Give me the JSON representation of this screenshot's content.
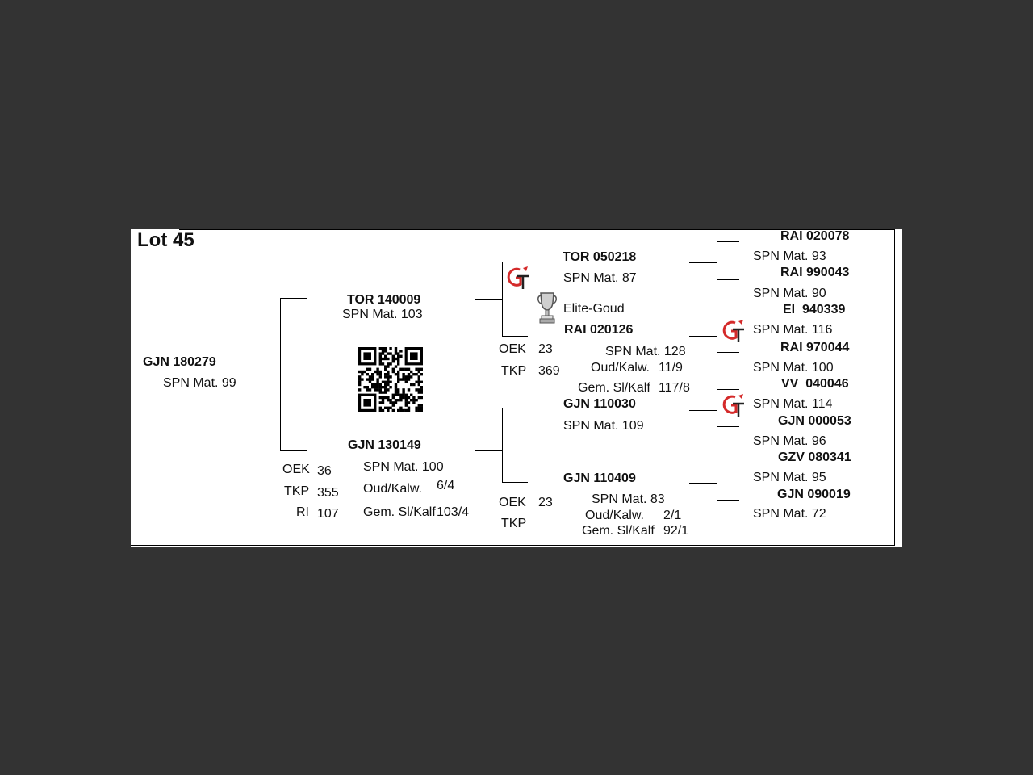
{
  "lot": {
    "title": "Lot 45"
  },
  "animal": {
    "name": "GJN 180279",
    "spn": "SPN Mat. 99"
  },
  "sire": {
    "name": "TOR 140009",
    "spn": "SPN Mat. 103"
  },
  "dam": {
    "name": "GJN 130149",
    "spn": "SPN Mat. 100",
    "oud_label": "Oud/Kalw.",
    "oud_value": "6/4",
    "gem_label": "Gem. Sl/Kalf",
    "gem_value": "103/4",
    "oek_label": "OEK",
    "oek_value": "36",
    "tkp_label": "TKP",
    "tkp_value": "355",
    "ri_label": "RI",
    "ri_value": "107"
  },
  "sire_sire": {
    "name": "TOR 050218",
    "spn": "SPN Mat. 87",
    "award": "Elite-Goud"
  },
  "sire_dam": {
    "name": "RAI 020126",
    "spn": "SPN Mat. 128",
    "oud_label": "Oud/Kalw.",
    "oud_value": "11/9",
    "gem_label": "Gem. Sl/Kalf",
    "gem_value": "117/8",
    "oek_label": "OEK",
    "oek_value": "23",
    "tkp_label": "TKP",
    "tkp_value": "369"
  },
  "dam_sire": {
    "name": "GJN 110030",
    "spn": "SPN Mat. 109"
  },
  "dam_dam": {
    "name": "GJN 110409",
    "spn": "SPN Mat. 83",
    "oud_label": "Oud/Kalw.",
    "oud_value": "2/1",
    "gem_label": "Gem. Sl/Kalf",
    "gem_value": "92/1",
    "oek_label": "OEK",
    "oek_value": "23",
    "tkp_label": "TKP"
  },
  "gen3": [
    {
      "name": "RAI 020078",
      "spn": "SPN Mat. 93"
    },
    {
      "name": "RAI 990043",
      "spn": "SPN Mat. 90"
    },
    {
      "name": "EI  940339",
      "spn": "SPN Mat. 116"
    },
    {
      "name": "RAI 970044",
      "spn": "SPN Mat. 100"
    },
    {
      "name": "VV  040046",
      "spn": "SPN Mat. 114"
    },
    {
      "name": "GJN 000053",
      "spn": "SPN Mat. 96"
    },
    {
      "name": "GZV 080341",
      "spn": "SPN Mat. 95"
    },
    {
      "name": "GJN 090019",
      "spn": "SPN Mat. 72"
    }
  ],
  "icons": {
    "gt_logo": "gt-logo-icon",
    "trophy": "trophy-icon",
    "qr": "qr-code-icon",
    "accent": "#d42a2a"
  }
}
